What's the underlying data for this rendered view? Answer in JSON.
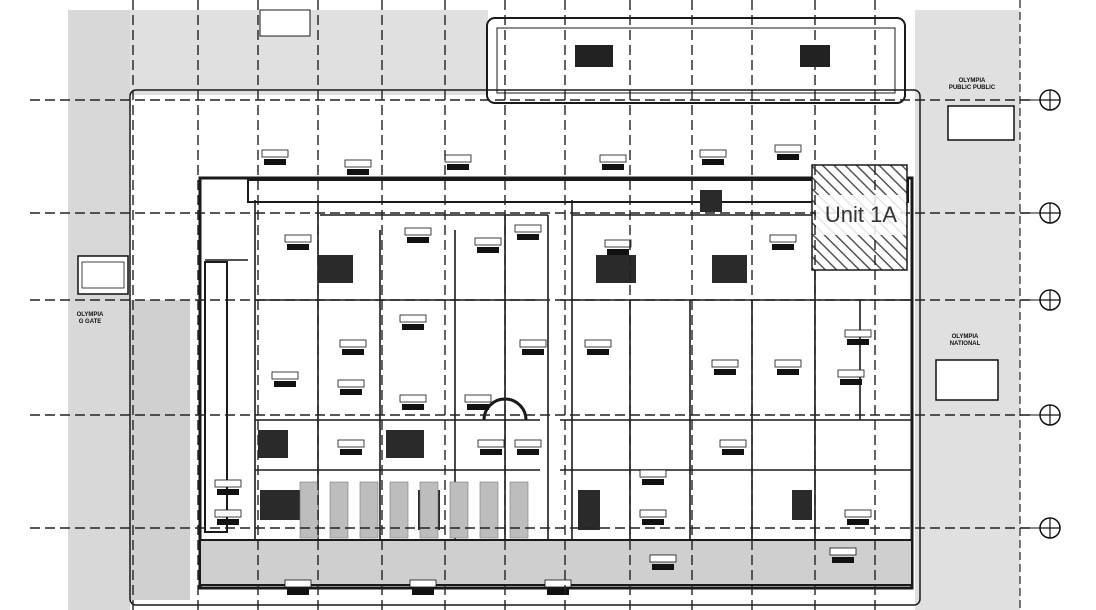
{
  "title": "",
  "unit_highlight": {
    "label": "Unit 1A",
    "hatch_color": "#555555"
  },
  "colors": {
    "line": "#1a1a1a",
    "grid": "#222222",
    "context_fill": "#d8d8d8",
    "context_dark": "#b0b0b0"
  },
  "side_labels": {
    "west_gate": "OLYMPIA\nG GATE",
    "east_national": "OLYMPIA\nNATIONAL",
    "north_east": "OLYMPIA\nPUBLIC PUBLIC"
  },
  "gridline_markers": {
    "count": 5,
    "icon": "grid-reference-icon"
  }
}
